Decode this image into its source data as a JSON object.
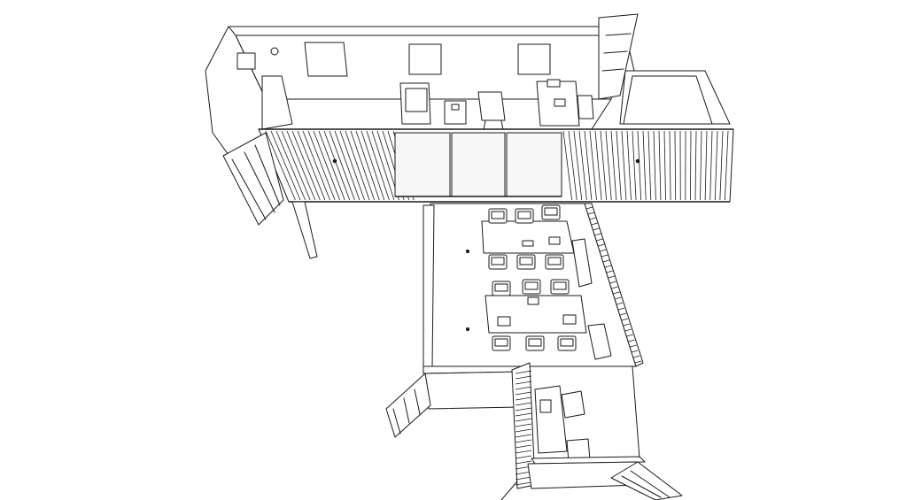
{
  "drawing": {
    "stroke_color": "#1a1a1a",
    "background": "#ffffff",
    "parts": [
      "upper-container-block",
      "central-container-wing",
      "lower-container-wing",
      "meeting-tables",
      "open-container-doors"
    ]
  }
}
